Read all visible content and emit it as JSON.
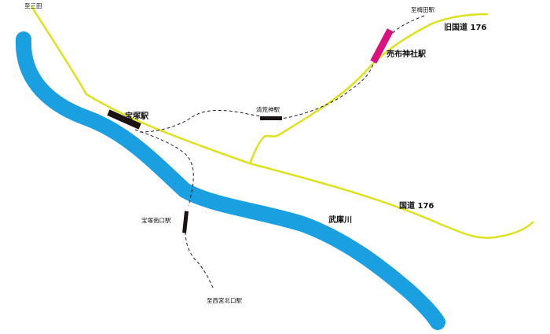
{
  "colors": {
    "river": "#1a9fe0",
    "road": "#dde21d",
    "station": "#1a1311",
    "highlight_station": "#d9127f",
    "rail": "#222222",
    "background": "#ffffff"
  },
  "rivers": [
    {
      "label": "武庫川"
    }
  ],
  "roads": [
    {
      "label": "国道 176"
    },
    {
      "label": "旧国道 176"
    }
  ],
  "stations": [
    {
      "label": "宝塚駅",
      "highlight": false
    },
    {
      "label": "清荒神駅",
      "highlight": false
    },
    {
      "label": "売布神社駅",
      "highlight": true
    },
    {
      "label": "宝塚南口駅",
      "highlight": false
    }
  ],
  "directions": [
    {
      "label": "至三田"
    },
    {
      "label": "至梅田駅"
    },
    {
      "label": "至西宮北口駅"
    }
  ]
}
